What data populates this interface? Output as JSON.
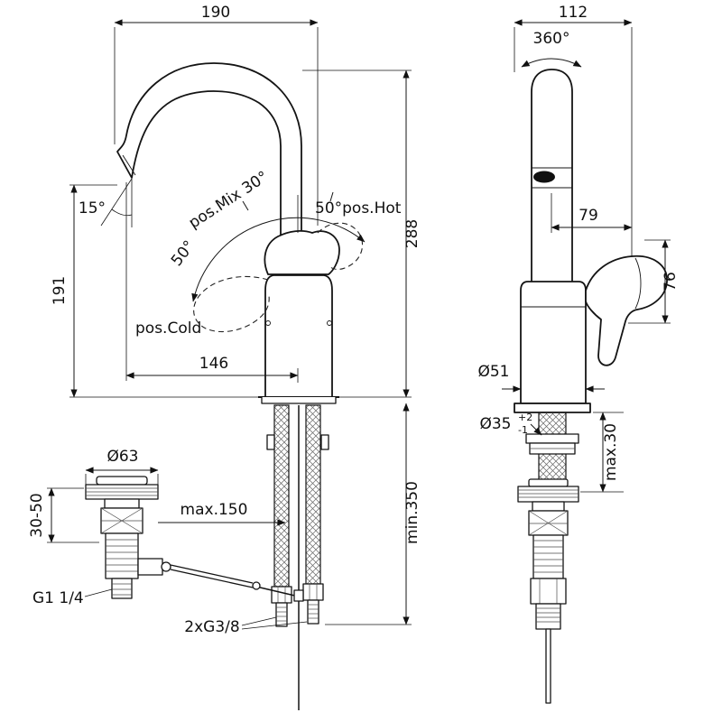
{
  "drawing": {
    "front_view": {
      "dim_190": "190",
      "dim_288": "288",
      "dim_191": "191",
      "dim_146": "146",
      "angle_15": "15°",
      "pos_mix_30": "pos.Mix 30°",
      "pos_hot_50": "50°pos.Hot",
      "angle_50": "50°",
      "pos_cold": "pos.Cold",
      "dia_63": "Ø63",
      "range_30_50": "30-50",
      "max_150": "max.150",
      "min_350": "min.350",
      "thread_g114": "G1 1/4",
      "thread_g38": "2xG3/8"
    },
    "side_view": {
      "dim_112": "112",
      "rot_360": "360°",
      "dim_79": "79",
      "dim_76": "76",
      "dia_51": "Ø51",
      "dia_35": "Ø35",
      "tol_plus": "+2",
      "tol_minus": "-1",
      "max_30": "max.30"
    }
  }
}
